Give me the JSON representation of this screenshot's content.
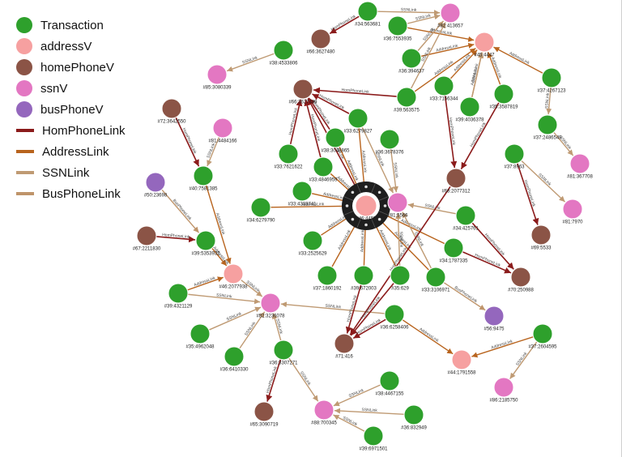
{
  "colors": {
    "transaction": "#2ea02c",
    "addressV": "#f6a0a0",
    "homePhoneV": "#8b5446",
    "ssnV": "#e377c2",
    "busPhoneV": "#9467bd",
    "HomPhoneLink": "#8b1b1b",
    "AddressLink": "#b8641e",
    "SSNLink": "#bf9a73",
    "BusPhoneLink": "#bf946a"
  },
  "legend": {
    "nodes": [
      {
        "label": "Transaction",
        "type": "transaction"
      },
      {
        "label": "addressV",
        "type": "addressV"
      },
      {
        "label": "homePhoneV",
        "type": "homePhoneV"
      },
      {
        "label": "ssnV",
        "type": "ssnV"
      },
      {
        "label": "busPhoneV",
        "type": "busPhoneV"
      }
    ],
    "edges": [
      {
        "label": "HomPhoneLink",
        "type": "HomPhoneLink"
      },
      {
        "label": "AddressLink",
        "type": "AddressLink"
      },
      {
        "label": "SSNLink",
        "type": "SSNLink"
      },
      {
        "label": "BusPhoneLink",
        "type": "BusPhoneLink"
      }
    ]
  },
  "graph": {
    "nodes": [
      {
        "id": "#34:563681",
        "type": "transaction"
      },
      {
        "id": "#36:7553935",
        "type": "transaction"
      },
      {
        "id": "#82:413657",
        "type": "ssnV"
      },
      {
        "id": "#66:3627480",
        "type": "homePhoneV"
      },
      {
        "id": "#38:4533806",
        "type": "transaction"
      },
      {
        "id": "#45:4447",
        "type": "addressV"
      },
      {
        "id": "#36:394637",
        "type": "transaction"
      },
      {
        "id": "#37:4267123",
        "type": "transaction"
      },
      {
        "id": "#85:3080339",
        "type": "ssnV"
      },
      {
        "id": "#66:3627489",
        "type": "homePhoneV"
      },
      {
        "id": "#33:7156344",
        "type": "transaction"
      },
      {
        "id": "#39:563575",
        "type": "transaction"
      },
      {
        "id": "#39:4036378",
        "type": "transaction"
      },
      {
        "id": "#35:3587819",
        "type": "transaction"
      },
      {
        "id": "#72:3642550",
        "type": "homePhoneV"
      },
      {
        "id": "#81:4484166",
        "type": "ssnV"
      },
      {
        "id": "#33:6279827",
        "type": "transaction"
      },
      {
        "id": "#38:3048865",
        "type": "transaction"
      },
      {
        "id": "#36:3678376",
        "type": "transaction"
      },
      {
        "id": "#37:2486549",
        "type": "transaction"
      },
      {
        "id": "#33:7621622",
        "type": "transaction"
      },
      {
        "id": "#33:4846959",
        "type": "transaction"
      },
      {
        "id": "#37:8963",
        "type": "transaction"
      },
      {
        "id": "#81:367708",
        "type": "ssnV"
      },
      {
        "id": "#40:7581385",
        "type": "transaction"
      },
      {
        "id": "#68:2077312",
        "type": "homePhoneV"
      },
      {
        "id": "#50:23698",
        "type": "busPhoneV"
      },
      {
        "id": "#33:4333741",
        "type": "transaction"
      },
      {
        "id": "#46:4455",
        "type": "addressV"
      },
      {
        "id": "#81:5566",
        "type": "ssnV"
      },
      {
        "id": "#34:6279790",
        "type": "transaction"
      },
      {
        "id": "#81:7970",
        "type": "ssnV"
      },
      {
        "id": "#34:425761",
        "type": "transaction"
      },
      {
        "id": "#67:2211830",
        "type": "homePhoneV"
      },
      {
        "id": "#39:5353932",
        "type": "transaction"
      },
      {
        "id": "#33:2525629",
        "type": "transaction"
      },
      {
        "id": "#69:5533",
        "type": "homePhoneV"
      },
      {
        "id": "#34:1787335",
        "type": "transaction"
      },
      {
        "id": "#46:2077938",
        "type": "addressV"
      },
      {
        "id": "#37:1860192",
        "type": "transaction"
      },
      {
        "id": "#39:672003",
        "type": "transaction"
      },
      {
        "id": "#35:629",
        "type": "transaction"
      },
      {
        "id": "#33:3106971",
        "type": "transaction"
      },
      {
        "id": "#70:250988",
        "type": "homePhoneV"
      },
      {
        "id": "#39:4321129",
        "type": "transaction"
      },
      {
        "id": "#82:3236078",
        "type": "ssnV"
      },
      {
        "id": "#36:6258406",
        "type": "transaction"
      },
      {
        "id": "#56:9475",
        "type": "busPhoneV"
      },
      {
        "id": "#35:4962048",
        "type": "transaction"
      },
      {
        "id": "#36:6410330",
        "type": "transaction"
      },
      {
        "id": "#71:416",
        "type": "homePhoneV"
      },
      {
        "id": "#37:2604595",
        "type": "transaction"
      },
      {
        "id": "#36:3307271",
        "type": "transaction"
      },
      {
        "id": "#44:1791558",
        "type": "addressV"
      },
      {
        "id": "#86:2185750",
        "type": "ssnV"
      },
      {
        "id": "#38:4467155",
        "type": "transaction"
      },
      {
        "id": "#65:3090719",
        "type": "homePhoneV"
      },
      {
        "id": "#88:700345",
        "type": "ssnV"
      },
      {
        "id": "#36:832949",
        "type": "transaction"
      },
      {
        "id": "#39:6971501",
        "type": "transaction"
      }
    ],
    "edges": [
      {
        "from": "#34:563681",
        "to": "#82:413657",
        "type": "SSNLink",
        "label": "SSNLink"
      },
      {
        "from": "#36:7553935",
        "to": "#82:413657",
        "type": "SSNLink",
        "label": "SSNLink"
      },
      {
        "from": "#34:563681",
        "to": "#66:3627480",
        "type": "HomPhoneLink",
        "label": "HomPhoneLink"
      },
      {
        "from": "#36:7553935",
        "to": "#45:4447",
        "type": "AddressLink",
        "label": "AddressLink"
      },
      {
        "from": "#36:394637",
        "to": "#45:4447",
        "type": "AddressLink",
        "label": "AddressLink"
      },
      {
        "from": "#36:394637",
        "to": "#82:413657",
        "type": "SSNLink",
        "label": "SSNLink"
      },
      {
        "from": "#33:7156344",
        "to": "#45:4447",
        "type": "AddressLink",
        "label": "AddressLink"
      },
      {
        "from": "#39:563575",
        "to": "#45:4447",
        "type": "AddressLink",
        "label": "AddressLink"
      },
      {
        "from": "#39:563575",
        "to": "#82:413657",
        "type": "SSNLink",
        "label": "SSNLink"
      },
      {
        "from": "#39:4036378",
        "to": "#45:4447",
        "type": "AddressLink",
        "label": "AddressLink"
      },
      {
        "from": "#35:3587819",
        "to": "#45:4447",
        "type": "AddressLink",
        "label": "AddressLink"
      },
      {
        "from": "#37:4267123",
        "to": "#45:4447",
        "type": "AddressLink",
        "label": "AddressLink"
      },
      {
        "from": "#38:4533806",
        "to": "#85:3080339",
        "type": "SSNLink",
        "label": "SSNLink"
      },
      {
        "from": "#39:563575",
        "to": "#66:3627489",
        "type": "HomPhoneLink",
        "label": "HomPhoneLink"
      },
      {
        "from": "#33:6279827",
        "to": "#66:3627489",
        "type": "HomPhoneLink",
        "label": "HomPhoneLink"
      },
      {
        "from": "#38:3048865",
        "to": "#66:3627489",
        "type": "HomPhoneLink",
        "label": "HomPhoneLink"
      },
      {
        "from": "#33:7621622",
        "to": "#66:3627489",
        "type": "HomPhoneLink",
        "label": "HomPhoneLink"
      },
      {
        "from": "#33:4846959",
        "to": "#66:3627489",
        "type": "HomPhoneLink",
        "label": "HomPhoneLink"
      },
      {
        "from": "#46:4455",
        "to": "#66:3627489",
        "type": "HomPhoneLink",
        "label": "HomPhoneLink"
      },
      {
        "from": "#33:7156344",
        "to": "#68:2077312",
        "type": "HomPhoneLink",
        "label": "HomPhoneLink"
      },
      {
        "from": "#35:3587819",
        "to": "#68:2077312",
        "type": "HomPhoneLink",
        "label": "HomPhoneLink"
      },
      {
        "from": "#39:4036378",
        "to": "#45:4447",
        "type": "SSNLink",
        "label": "SSNLink"
      },
      {
        "from": "#37:2486549",
        "to": "#81:367708",
        "type": "SSNLink",
        "label": "SSNLink"
      },
      {
        "from": "#37:4267123",
        "to": "#37:2486549",
        "type": "SSNLink",
        "label": "SSNLink"
      },
      {
        "from": "#37:8963",
        "to": "#81:7970",
        "type": "SSNLink",
        "label": "SSNLink"
      },
      {
        "from": "#37:8963",
        "to": "#69:5533",
        "type": "HomPhoneLink",
        "label": "HomPhoneLink"
      },
      {
        "from": "#72:3642550",
        "to": "#40:7581385",
        "type": "HomPhoneLink",
        "label": "HomPhoneLink"
      },
      {
        "from": "#81:4484166",
        "to": "#40:7581385",
        "type": "SSNLink",
        "label": "SSNLink"
      },
      {
        "from": "#40:7581385",
        "to": "#46:2077938",
        "type": "AddressLink",
        "label": "AddressLink"
      },
      {
        "from": "#50:23698",
        "to": "#39:5353932",
        "type": "BusPhoneLink",
        "label": "BusPhoneLink"
      },
      {
        "from": "#34:6279790",
        "to": "#46:4455",
        "type": "AddressLink",
        "label": "AddressLink"
      },
      {
        "from": "#33:4333741",
        "to": "#46:4455",
        "type": "AddressLink",
        "label": "AddressLink"
      },
      {
        "from": "#33:4846959",
        "to": "#46:4455",
        "type": "AddressLink",
        "label": "AddressLink"
      },
      {
        "from": "#38:3048865",
        "to": "#46:4455",
        "type": "AddressLink",
        "label": "AddressLink"
      },
      {
        "from": "#33:6279827",
        "to": "#46:4455",
        "type": "AddressLink",
        "label": "AddressLink"
      },
      {
        "from": "#36:3678376",
        "to": "#81:5566",
        "type": "SSNLink",
        "label": "SSNLink"
      },
      {
        "from": "#33:6279827",
        "to": "#81:5566",
        "type": "SSNLink",
        "label": "SSNLink"
      },
      {
        "from": "#46:4455",
        "to": "#81:5566",
        "type": "SSNLink",
        "label": "SSNLink"
      },
      {
        "from": "#33:2525629",
        "to": "#46:4455",
        "type": "AddressLink",
        "label": "AddressLink"
      },
      {
        "from": "#37:1860192",
        "to": "#46:4455",
        "type": "AddressLink",
        "label": "AddressLink"
      },
      {
        "from": "#39:672003",
        "to": "#46:4455",
        "type": "AddressLink",
        "label": "AddressLink"
      },
      {
        "from": "#35:629",
        "to": "#46:4455",
        "type": "AddressLink",
        "label": "AddressLink"
      },
      {
        "from": "#33:3106971",
        "to": "#46:4455",
        "type": "AddressLink",
        "label": "AddressLink"
      },
      {
        "from": "#34:1787335",
        "to": "#46:4455",
        "type": "AddressLink",
        "label": "AddressLink"
      },
      {
        "from": "#34:425761",
        "to": "#81:5566",
        "type": "SSNLink",
        "label": "SSNLink"
      },
      {
        "from": "#33:3106971",
        "to": "#81:5566",
        "type": "SSNLink",
        "label": "SSNLink"
      },
      {
        "from": "#35:629",
        "to": "#81:5566",
        "type": "SSNLink",
        "label": "SSNLink"
      },
      {
        "from": "#34:425761",
        "to": "#70:250988",
        "type": "HomPhoneLink",
        "label": "HomPhoneLink"
      },
      {
        "from": "#34:1787335",
        "to": "#70:250988",
        "type": "HomPhoneLink",
        "label": "HomPhoneLink"
      },
      {
        "from": "#33:3106971",
        "to": "#56:9475",
        "type": "BusPhoneLink",
        "label": "BusPhoneLink"
      },
      {
        "from": "#67:2211830",
        "to": "#39:5353932",
        "type": "HomPhoneLink",
        "label": "HomPhoneLink"
      },
      {
        "from": "#39:5353932",
        "to": "#46:2077938",
        "type": "AddressLink",
        "label": "AddressLink"
      },
      {
        "from": "#39:4321129",
        "to": "#46:2077938",
        "type": "AddressLink",
        "label": "AddressLink"
      },
      {
        "from": "#39:4321129",
        "to": "#82:3236078",
        "type": "SSNLink",
        "label": "SSNLink"
      },
      {
        "from": "#46:2077938",
        "to": "#82:3236078",
        "type": "SSNLink",
        "label": "SSNLink"
      },
      {
        "from": "#35:4962048",
        "to": "#82:3236078",
        "type": "SSNLink",
        "label": "SSNLink"
      },
      {
        "from": "#36:6410330",
        "to": "#82:3236078",
        "type": "SSNLink",
        "label": "SSNLink"
      },
      {
        "from": "#36:3307271",
        "to": "#82:3236078",
        "type": "SSNLink",
        "label": "SSNLink"
      },
      {
        "from": "#36:6258406",
        "to": "#82:3236078",
        "type": "SSNLink",
        "label": "SSNLink"
      },
      {
        "from": "#68:2077312",
        "to": "#71:416",
        "type": "HomPhoneLink",
        "label": "HomPhoneLink"
      },
      {
        "from": "#39:672003",
        "to": "#71:416",
        "type": "HomPhoneLink",
        "label": "HomPhoneLink"
      },
      {
        "from": "#35:629",
        "to": "#71:416",
        "type": "HomPhoneLink",
        "label": "HomPhoneLink"
      },
      {
        "from": "#36:6258406",
        "to": "#71:416",
        "type": "HomPhoneLink",
        "label": "HomPhoneLink"
      },
      {
        "from": "#36:6258406",
        "to": "#44:1791558",
        "type": "AddressLink",
        "label": "AddressLink"
      },
      {
        "from": "#37:2604595",
        "to": "#44:1791558",
        "type": "AddressLink",
        "label": "AddressLink"
      },
      {
        "from": "#37:2604595",
        "to": "#86:2185750",
        "type": "SSNLink",
        "label": "SSNLink"
      },
      {
        "from": "#36:3307271",
        "to": "#65:3090719",
        "type": "HomPhoneLink",
        "label": "HomPhoneLink"
      },
      {
        "from": "#36:3307271",
        "to": "#88:700345",
        "type": "SSNLink",
        "label": "SSNLink"
      },
      {
        "from": "#38:4467155",
        "to": "#88:700345",
        "type": "SSNLink",
        "label": "SSNLink"
      },
      {
        "from": "#36:832949",
        "to": "#88:700345",
        "type": "SSNLink",
        "label": "SSNLink"
      },
      {
        "from": "#39:6971501",
        "to": "#88:700345",
        "type": "SSNLink",
        "label": "SSNLink"
      }
    ]
  }
}
